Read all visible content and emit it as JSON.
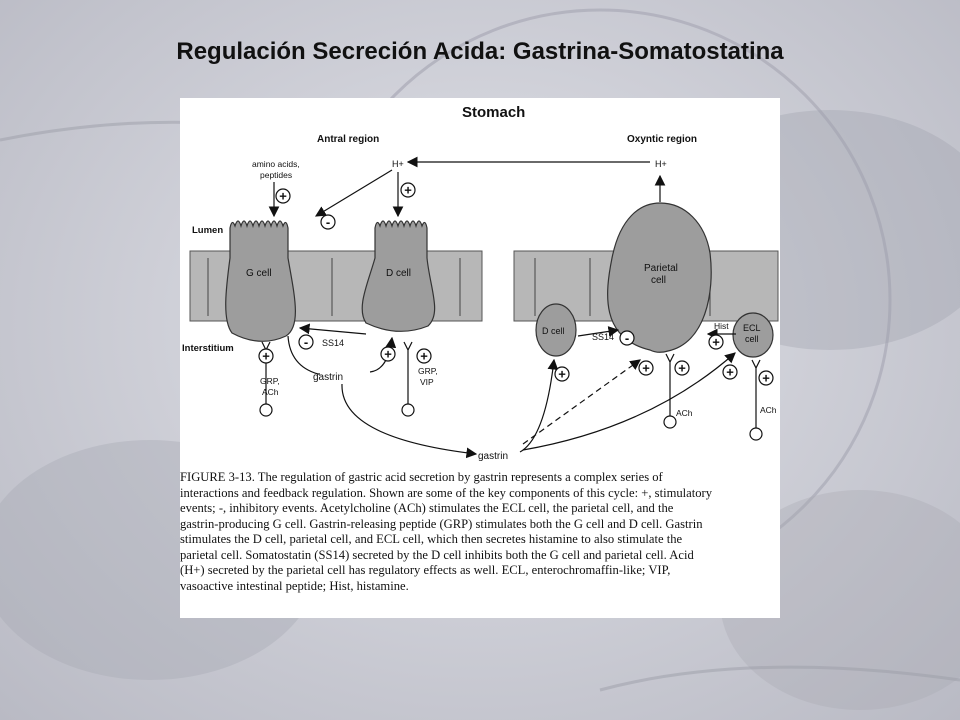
{
  "slide": {
    "title": "Regulación Secreción Acida: Gastrina-Somatostatina"
  },
  "diagram": {
    "heading": "Stomach",
    "antral_region": "Antral region",
    "oxyntic_region": "Oxyntic region",
    "amino_acids": [
      "amino acids,",
      "peptides"
    ],
    "h_plus": "H+",
    "lumen": "Lumen",
    "interstitium": "Interstitium",
    "g_cell": "G cell",
    "d_cell": "D cell",
    "parietal_cell": [
      "Parietal",
      "cell"
    ],
    "ecl_cell": [
      "ECL",
      "cell"
    ],
    "ss14": "SS14",
    "gastrin": "gastrin",
    "hist": "Hist",
    "ach": "ACh",
    "grp_ach": [
      "GRP,",
      "ACh"
    ],
    "grp_vip": [
      "GRP,",
      "VIP"
    ],
    "plus": "+",
    "minus": "-"
  },
  "caption": "FIGURE 3-13. The regulation of gastric acid secretion by gastrin represents a complex series of\ninteractions and feedback regulation. Shown are some of the key components of this cycle: +, stimulatory\nevents; -, inhibitory events. Acetylcholine (ACh) stimulates the ECL cell, the parietal cell, and the\ngastrin-producing G cell. Gastrin-releasing peptide (GRP) stimulates both the G cell and D cell. Gastrin\nstimulates the D cell, parietal cell, and ECL cell, which then secretes histamine to also stimulate the\nparietal cell. Somatostatin (SS14) secreted by the D cell inhibits both the G cell and parietal cell. Acid\n(H+) secreted by the parietal cell has regulatory effects as well. ECL, enterochromaffin-like; VIP,\nvasoactive intestinal peptide; Hist, histamine."
}
